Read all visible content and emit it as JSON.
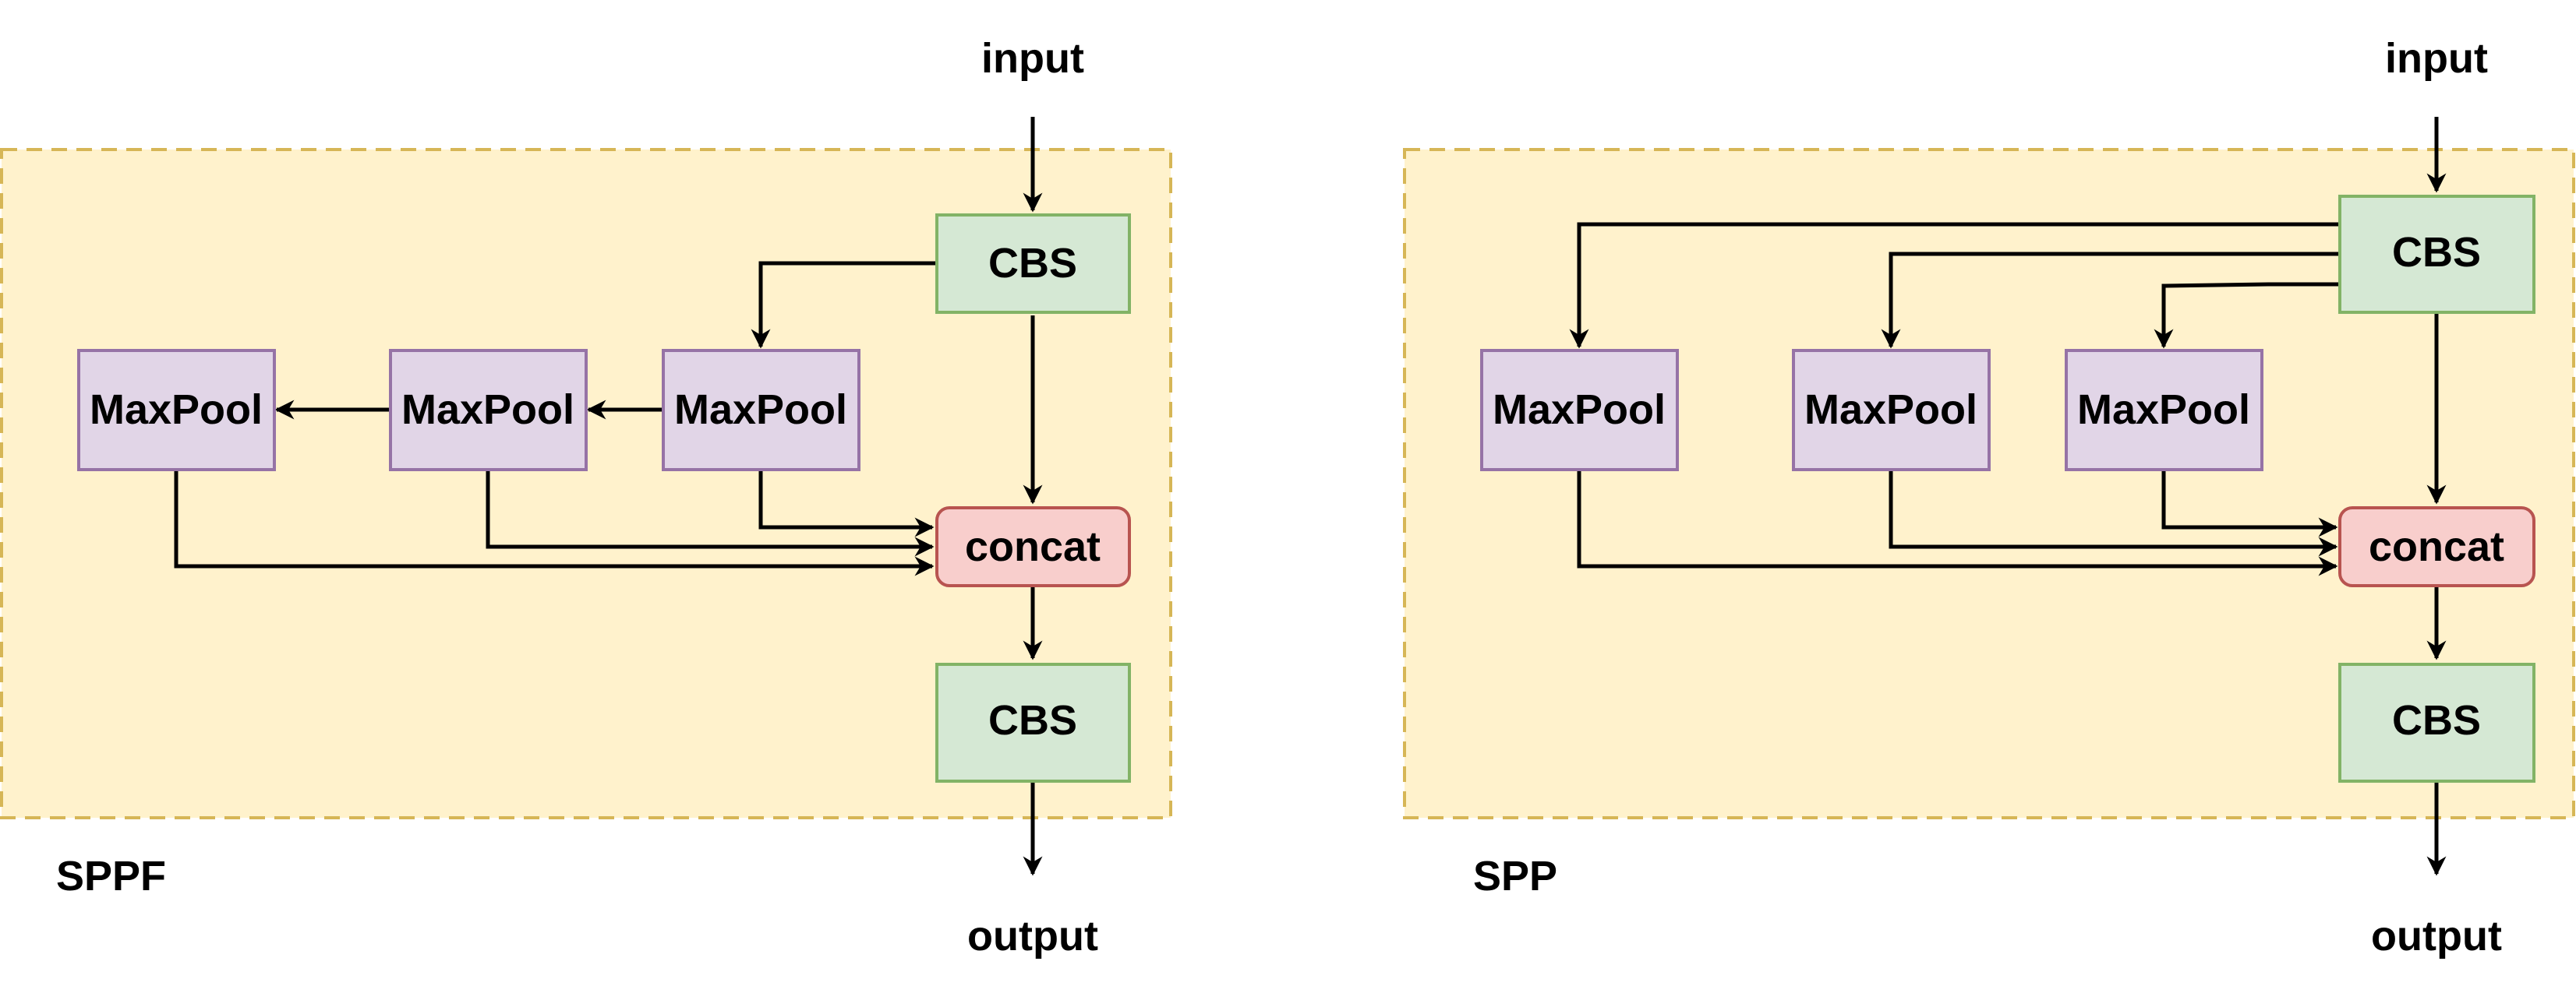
{
  "colors": {
    "container_fill": "#fff2cc",
    "container_border": "#d6b656",
    "cbs_fill": "#d5e8d4",
    "cbs_border": "#82b366",
    "maxpool_fill": "#e1d5e7",
    "maxpool_border": "#9673a6",
    "concat_fill": "#f8cecc",
    "concat_border": "#b85450"
  },
  "sppf": {
    "title": "SPPF",
    "input_label": "input",
    "output_label": "output",
    "cbs_top": "CBS",
    "cbs_bottom": "CBS",
    "concat": "concat",
    "maxpool_left": "MaxPool",
    "maxpool_middle": "MaxPool",
    "maxpool_right": "MaxPool"
  },
  "spp": {
    "title": "SPP",
    "input_label": "input",
    "output_label": "output",
    "cbs_top": "CBS",
    "cbs_bottom": "CBS",
    "concat": "concat",
    "maxpool_left": "MaxPool",
    "maxpool_middle": "MaxPool",
    "maxpool_right": "MaxPool"
  }
}
